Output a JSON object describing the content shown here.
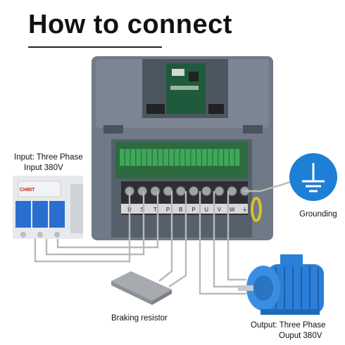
{
  "title": "How to connect",
  "labels": {
    "input_line1": "Input: Three Phase",
    "input_line2": "Input 380V",
    "grounding": "Grounding",
    "braking": "Braking resistor",
    "output_line1": "Output: Three Phase",
    "output_line2": "Ouput 380V"
  },
  "breaker_brand": "CHINT",
  "terminal_marks": [
    "R",
    "S",
    "T",
    "P",
    "B",
    "P",
    "U",
    "V",
    "W",
    "⏚"
  ],
  "colors": {
    "inverter_body": "#6f7a86",
    "inverter_dark": "#545e69",
    "terminal_green": "#3fa75a",
    "breaker_blue": "#2a6fd0",
    "motor_blue": "#2b7fd8",
    "ground_blue": "#1d7fd6",
    "wire_gray": "#9a9a9a",
    "resistor_gray": "#a7aaae"
  },
  "icons": {
    "ground": "ground-icon"
  }
}
